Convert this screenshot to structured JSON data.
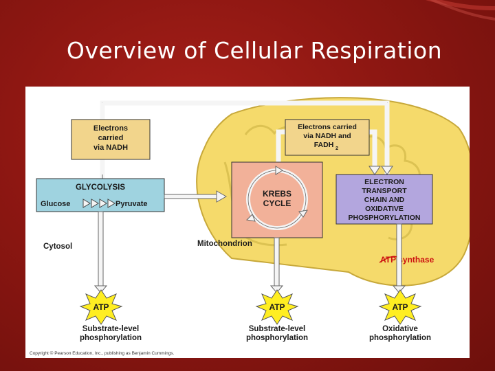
{
  "slide": {
    "title": "Overview of Cellular Respiration"
  },
  "diagram": {
    "electrons_nadh": [
      "Electrons",
      "carried",
      "via NADH"
    ],
    "electrons_nadh_fadh": [
      "Electrons carried",
      "via NADH and",
      "FADH"
    ],
    "fadh_subscript": "2",
    "glycolysis": "GLYCOLYSIS",
    "glucose": "Glucose",
    "pyruvate": "Pyruvate",
    "krebs": [
      "KREBS",
      "CYCLE"
    ],
    "etc": [
      "ELECTRON",
      "TRANSPORT",
      "CHAIN AND",
      "OXIDATIVE",
      "PHOSPHORYLATION"
    ],
    "cytosol": "Cytosol",
    "mitochondrion": "Mitochondrion",
    "atp_synthase": "ATP synthase",
    "atp": "ATP",
    "substrate_level": [
      "Substrate-level",
      "phosphorylation"
    ],
    "oxidative": [
      "Oxidative",
      "phosphorylation"
    ],
    "copyright": "Copyright © Pearson Education, Inc., publishing as Benjamin Cummings."
  },
  "colors": {
    "background": "#8e1712",
    "mitochondrion_fill": "#f5da6b",
    "electron_box": "#f2d58c",
    "glycolysis_box": "#9fd3e0",
    "krebs_box": "#f2b199",
    "etc_box": "#b3a6de",
    "atp_star": "#ffee22",
    "atp_synthase_text": "#cc1111"
  }
}
